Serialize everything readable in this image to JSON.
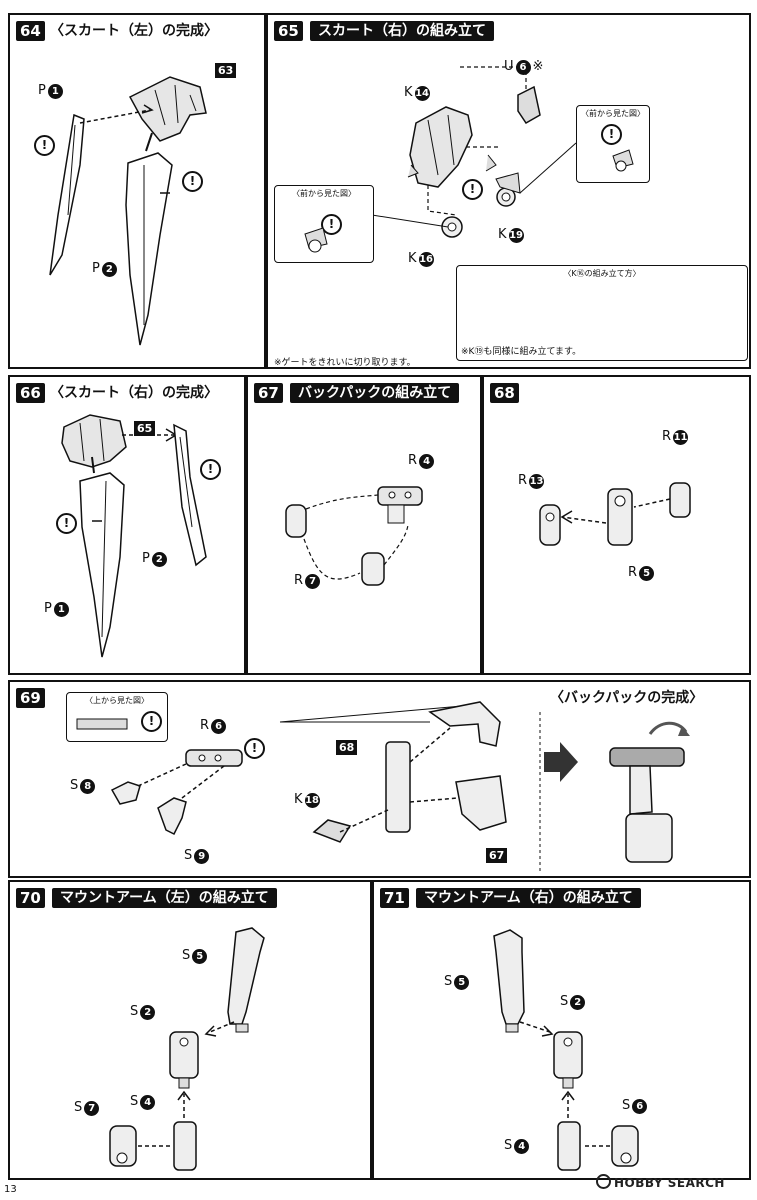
{
  "step64": {
    "num": "64",
    "title": "〈スカート（左）の完成〉",
    "ref": "63",
    "p1_letter": "P",
    "p1_num": "1",
    "p2_letter": "P",
    "p2_num": "2"
  },
  "step65": {
    "num": "65",
    "title": "スカート（右）の組み立て",
    "u_letter": "U",
    "u_num": "6",
    "u_mark": "※",
    "k14_letter": "K",
    "k14_num": "14",
    "k16_letter": "K",
    "k16_num": "16",
    "k19_letter": "K",
    "k19_num": "19",
    "front_view_1": "〈前から見た図〉",
    "front_view_2": "〈前から見た図〉",
    "k16_howto": "〈K⑯の組み立て方〉",
    "k19_same": "※K⑲も同様に組み立てます。",
    "gate_note": "※ゲートをきれいに切り取ります。"
  },
  "step66": {
    "num": "66",
    "title": "〈スカート（右）の完成〉",
    "ref": "65",
    "p1_letter": "P",
    "p1_num": "1",
    "p2_letter": "P",
    "p2_num": "2"
  },
  "step67": {
    "num": "67",
    "title": "バックパックの組み立て",
    "r4_letter": "R",
    "r4_num": "4",
    "r7_letter": "R",
    "r7_num": "7"
  },
  "step68": {
    "num": "68",
    "r13_letter": "R",
    "r13_num": "13",
    "r11_letter": "R",
    "r11_num": "11",
    "r5_letter": "R",
    "r5_num": "5"
  },
  "step69": {
    "num": "69",
    "top_view": "〈上から見た図〉",
    "r6_letter": "R",
    "r6_num": "6",
    "s8_letter": "S",
    "s8_num": "8",
    "s9_letter": "S",
    "s9_num": "9",
    "k18_letter": "K",
    "k18_num": "18",
    "ref68": "68",
    "ref67": "67",
    "complete_title": "〈バックパックの完成〉"
  },
  "step70": {
    "num": "70",
    "title": "マウントアーム（左）の組み立て",
    "s5_letter": "S",
    "s5_num": "5",
    "s2_letter": "S",
    "s2_num": "2",
    "s4_letter": "S",
    "s4_num": "4",
    "s7_letter": "S",
    "s7_num": "7"
  },
  "step71": {
    "num": "71",
    "title": "マウントアーム（右）の組み立て",
    "s5_letter": "S",
    "s5_num": "5",
    "s2_letter": "S",
    "s2_num": "2",
    "s4_letter": "S",
    "s4_num": "4",
    "s6_letter": "S",
    "s6_num": "6"
  },
  "page_number": "13",
  "watermark": "HOBBY SEARCH",
  "warning_symbol": "!"
}
